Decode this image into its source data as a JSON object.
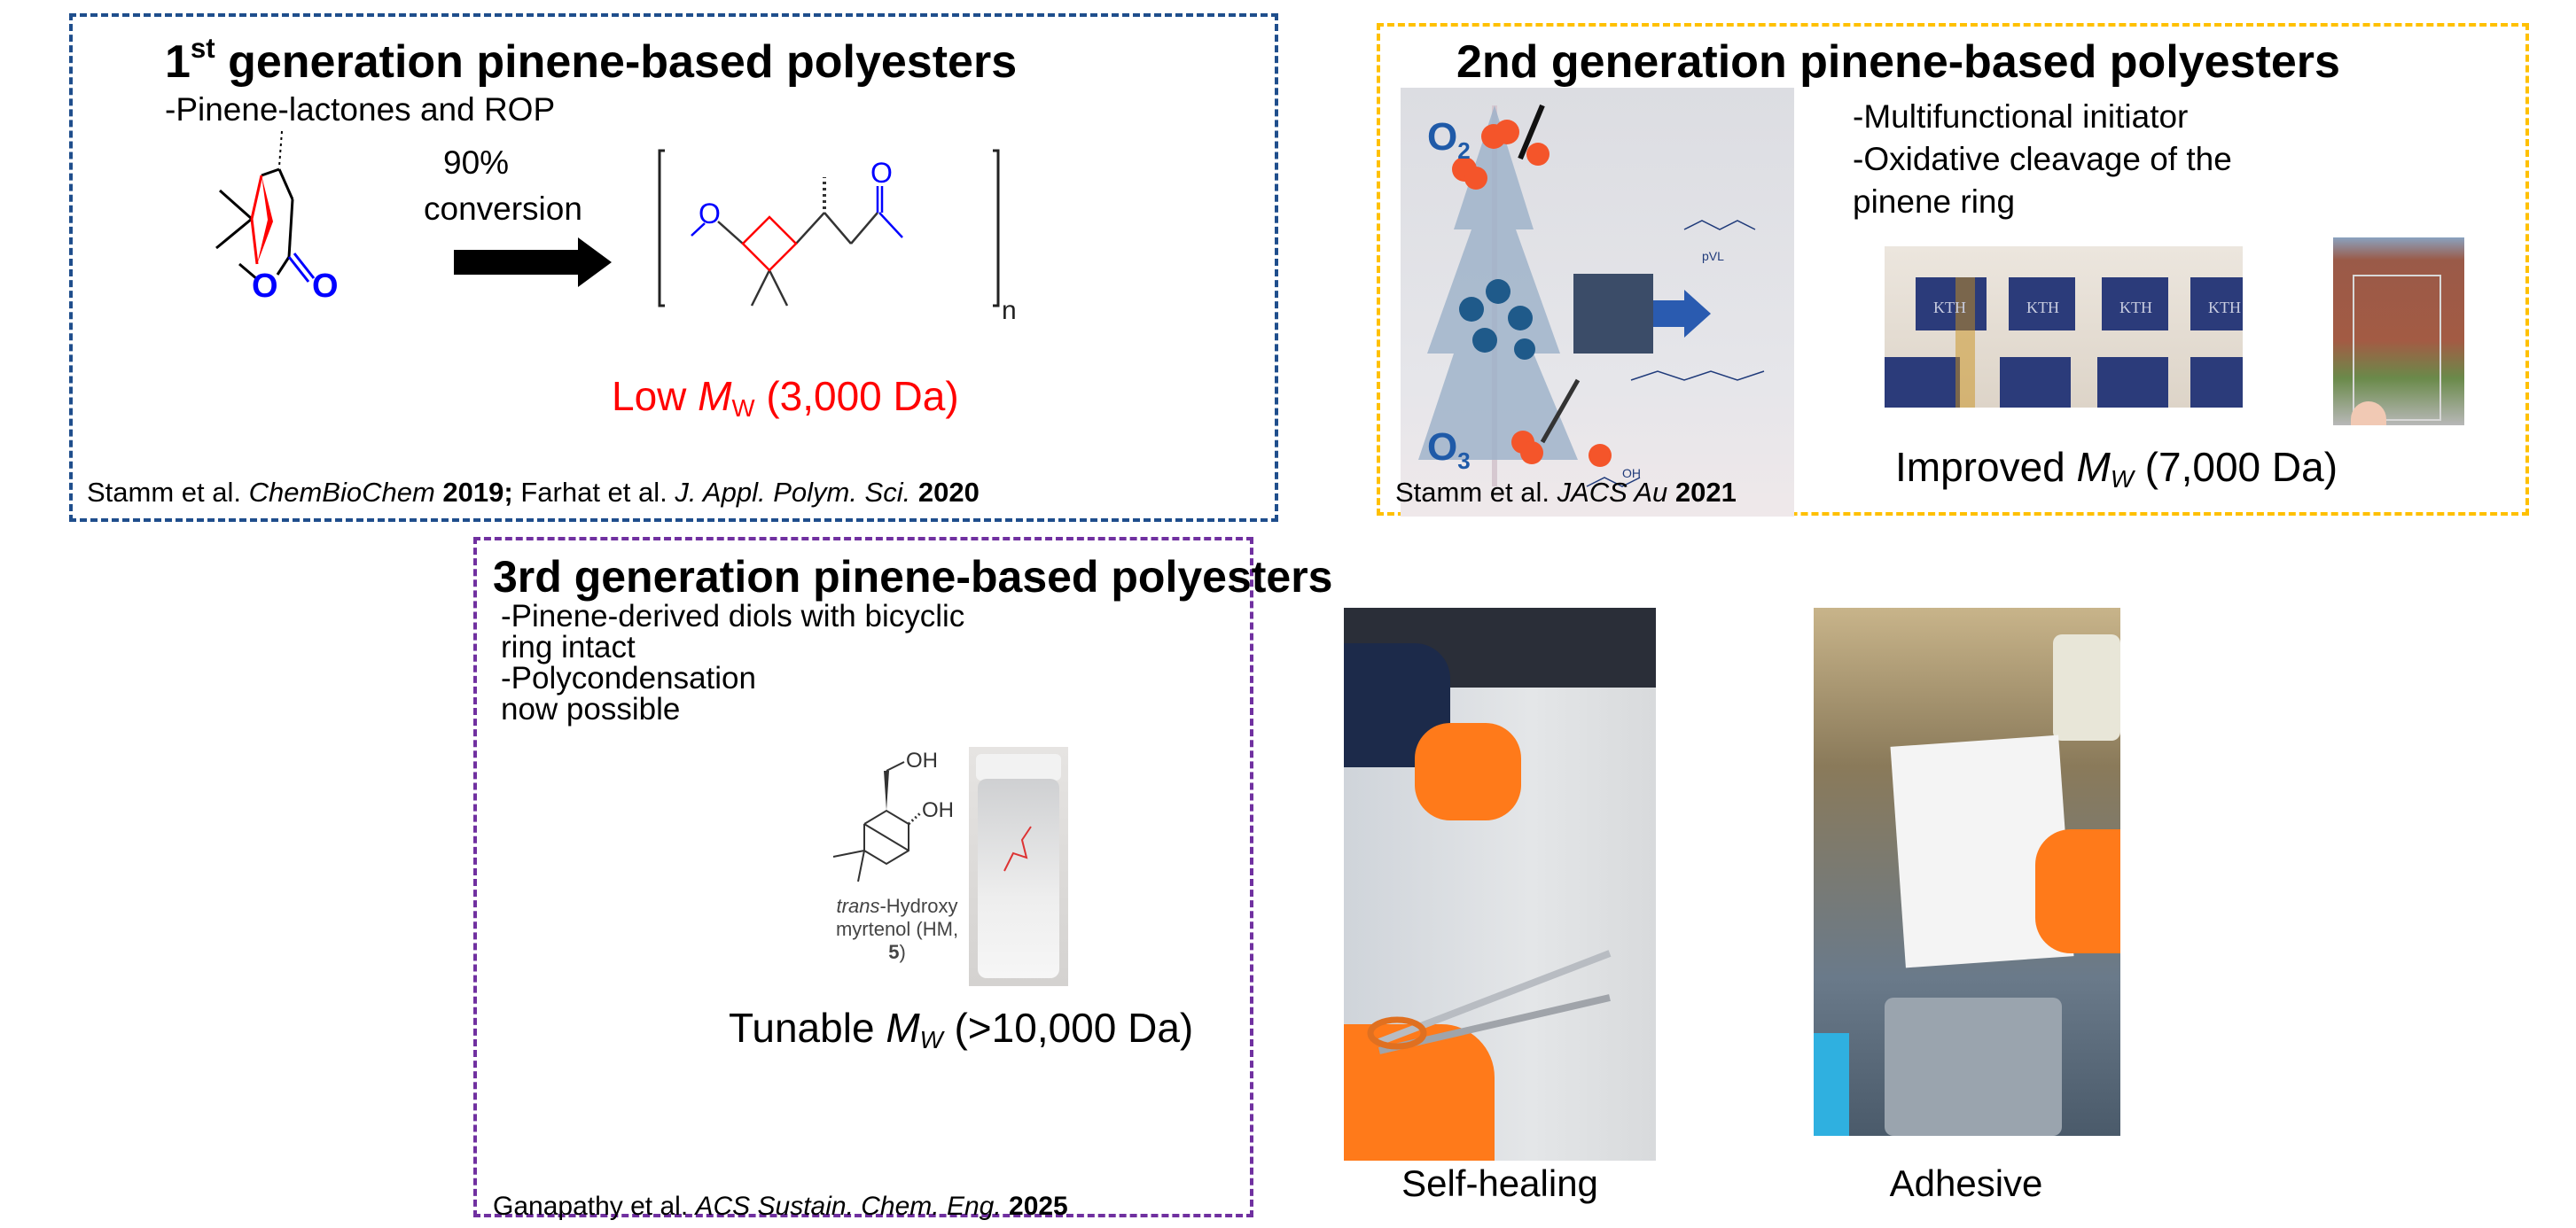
{
  "gen1": {
    "title_num": "1",
    "title_sup": "st",
    "title_rest": " generation pinene-based polyesters",
    "bullet": "-Pinene-lactones and ROP",
    "conversion_pct": "90%",
    "conversion_word": "conversion",
    "polymer_n": "n",
    "mw_prefix": "Low ",
    "mw_symbol": "M",
    "mw_sub": "W",
    "mw_value": " (3,000 Da)",
    "citation": {
      "a1": "Stamm et al. ",
      "j1": "ChemBioChem",
      "y1": " 2019;",
      "a2": " Farhat et al. ",
      "j2": "J. Appl. Polym. Sci.",
      "y2": " 2020"
    },
    "color": "#1f4e8c"
  },
  "gen2": {
    "title": "2nd generation pinene-based polyesters",
    "bullets": [
      "-Multifunctional initiator",
      "-Oxidative cleavage of the",
      "pinene ring"
    ],
    "graphic_labels": {
      "o2": "O",
      "o2_sub": "2",
      "o3": "O",
      "o3_sub": "3",
      "pvl": "pVL",
      "oh": "OH"
    },
    "ktp_label": "KTH",
    "mw_prefix": "Improved ",
    "mw_symbol": "M",
    "mw_sub": "W",
    "mw_value": " (7,000 Da)",
    "citation": {
      "a1": "Stamm et al. ",
      "j1": "JACS Au",
      "y1": " 2021"
    },
    "color": "#ffc000"
  },
  "gen3": {
    "title": "3rd generation pinene-based polyesters",
    "bullets": [
      "-Pinene-derived diols with bicyclic",
      "ring intact",
      "-Polycondensation",
      "now possible"
    ],
    "molecule": {
      "oh": "OH",
      "oh2": "OH",
      "name_italic": "trans",
      "name_rest": "-Hydroxy",
      "name_line2": "myrtenol (HM, ",
      "name_num": "5",
      "name_end": ")"
    },
    "mw_prefix": "Tunable ",
    "mw_symbol": "M",
    "mw_sub": "W",
    "mw_value": " (>10,000 Da)",
    "citation": {
      "a1": "Ganapathy et al. ",
      "j1": "ACS Sustain. Chem. Eng.",
      "y1": " 2025"
    },
    "color": "#7030a0"
  },
  "photos": {
    "self_healing": "Self-healing",
    "adhesive": "Adhesive"
  }
}
